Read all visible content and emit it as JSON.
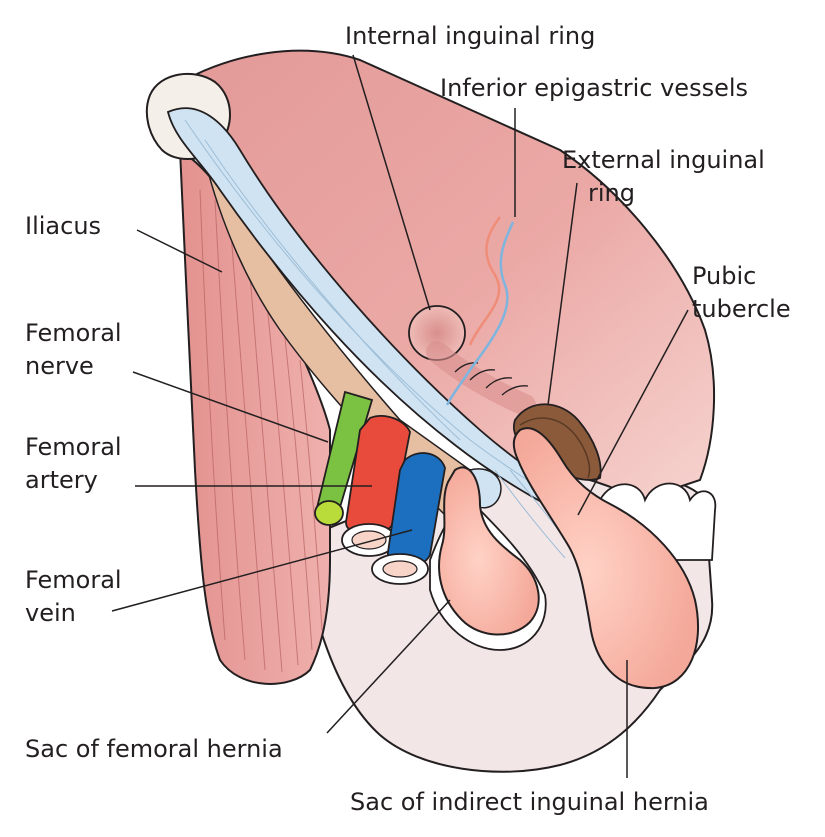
{
  "labels": {
    "internal_ring": "Internal inguinal ring",
    "epigastric": "Inferior epigastric vessels",
    "external_ring_1": "External inguinal",
    "external_ring_2": "ring",
    "pubic_1": "Pubic",
    "pubic_2": "tubercle",
    "iliacus": "Iliacus",
    "nerve_1": "Femoral",
    "nerve_2": "nerve",
    "artery_1": "Femoral",
    "artery_2": "artery",
    "vein_1": "Femoral",
    "vein_2": "vein",
    "femoral_sac": "Sac of femoral hernia",
    "indirect_sac": "Sac of indirect inguinal hernia"
  },
  "colors": {
    "muscle": "#e8a3a1",
    "muscle_light": "#f4c8c4",
    "ligament": "#cfe3f2",
    "fascia_tan": "#e6bfa3",
    "pelvis": "#f2e6e6",
    "nerve": "#7cc242",
    "artery": "#e84b3c",
    "vein": "#1c6fbf",
    "sac": "#f7b6a8",
    "outline": "#231f20"
  }
}
